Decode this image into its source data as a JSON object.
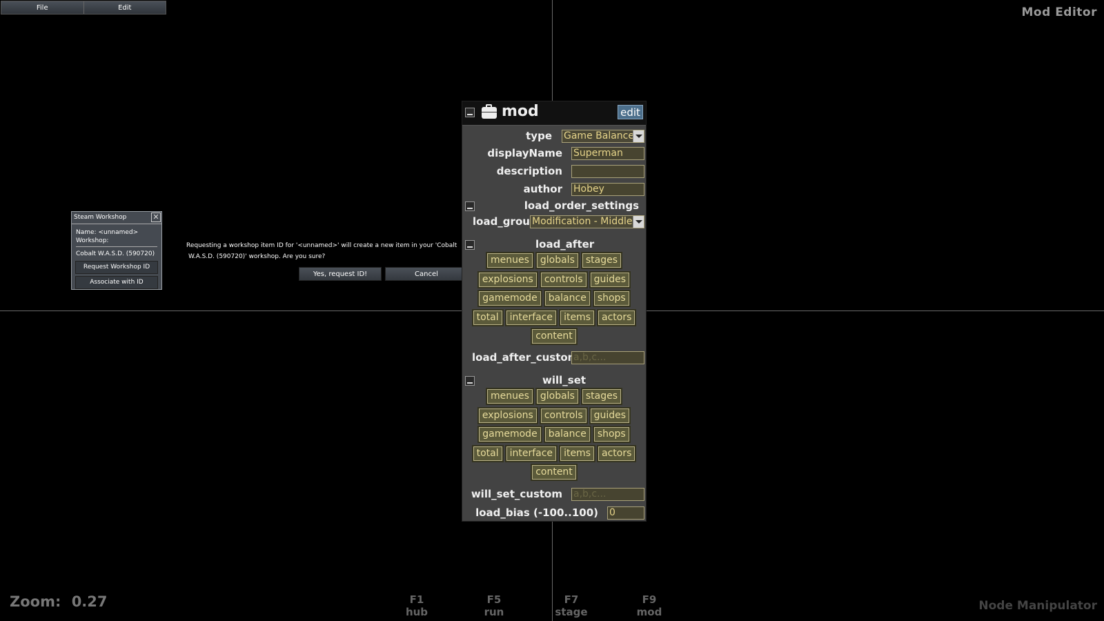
{
  "menubar": {
    "items": [
      "File",
      "Edit"
    ]
  },
  "app_title": "Mod Editor",
  "workshop": {
    "title": "Steam Workshop",
    "name_line": "Name: <unnamed>",
    "workshop_label": "Workshop:",
    "workshop_value": "Cobalt W.A.S.D. (590720)",
    "request_button": "Request Workshop ID",
    "associate_button": "Associate with ID"
  },
  "confirm": {
    "line1": "Requesting a workshop item ID for '<unnamed>' will create a new item in your 'Cobalt",
    "line2": "W.A.S.D. (590720)' workshop. Are you sure?",
    "yes_button": "Yes, request ID!",
    "cancel_button": "Cancel"
  },
  "node": {
    "title": "mod",
    "edit_button": "edit",
    "type_label": "type",
    "type_value": "Game Balance",
    "display_name_label": "displayName",
    "display_name_value": "Superman",
    "description_label": "description",
    "description_value": "",
    "author_label": "author",
    "author_value": "Hobey",
    "load_order_settings_label": "load_order_settings",
    "load_group_label": "load_group",
    "load_group_value": "Modification - Middle",
    "load_after_label": "load_after",
    "load_after_tags": [
      [
        "menues",
        "globals",
        "stages"
      ],
      [
        "explosions",
        "controls",
        "guides"
      ],
      [
        "gamemode",
        "balance",
        "shops"
      ],
      [
        "total",
        "interface",
        "items",
        "actors"
      ],
      [
        "content"
      ]
    ],
    "load_after_custom_label": "load_after_custom",
    "load_after_custom_placeholder": "a,b,c...",
    "will_set_label": "will_set",
    "will_set_tags": [
      [
        "menues",
        "globals",
        "stages"
      ],
      [
        "explosions",
        "controls",
        "guides"
      ],
      [
        "gamemode",
        "balance",
        "shops"
      ],
      [
        "total",
        "interface",
        "items",
        "actors"
      ],
      [
        "content"
      ]
    ],
    "will_set_custom_label": "will_set_custom",
    "will_set_custom_placeholder": "a,b,c...",
    "load_bias_label": "load_bias (-100..100)",
    "load_bias_value": "0"
  },
  "status": {
    "zoom_label": "Zoom:",
    "zoom_value": "0.27",
    "mode_name": "Node Manipulator"
  },
  "fkeys": [
    {
      "key": "F1",
      "label": "hub"
    },
    {
      "key": "F5",
      "label": "run"
    },
    {
      "key": "F7",
      "label": "stage"
    },
    {
      "key": "F9",
      "label": "mod"
    }
  ]
}
